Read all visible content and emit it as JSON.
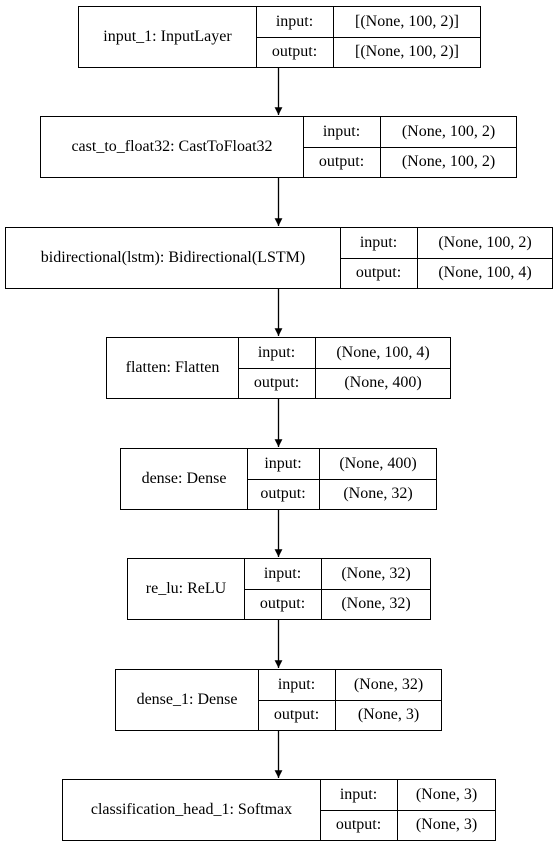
{
  "diagram": {
    "port_labels": {
      "input": "input:",
      "output": "output:"
    },
    "nodes": [
      {
        "name": "input_1: InputLayer",
        "input": "[(None, 100, 2)]",
        "output": "[(None, 100, 2)]"
      },
      {
        "name": "cast_to_float32: CastToFloat32",
        "input": "(None, 100, 2)",
        "output": "(None, 100, 2)"
      },
      {
        "name": "bidirectional(lstm): Bidirectional(LSTM)",
        "input": "(None, 100, 2)",
        "output": "(None, 100, 4)"
      },
      {
        "name": "flatten: Flatten",
        "input": "(None, 100, 4)",
        "output": "(None, 400)"
      },
      {
        "name": "dense: Dense",
        "input": "(None, 400)",
        "output": "(None, 32)"
      },
      {
        "name": "re_lu: ReLU",
        "input": "(None, 32)",
        "output": "(None, 32)"
      },
      {
        "name": "dense_1: Dense",
        "input": "(None, 32)",
        "output": "(None, 3)"
      },
      {
        "name": "classification_head_1: Softmax",
        "input": "(None, 3)",
        "output": "(None, 3)"
      }
    ],
    "edges": [
      {
        "from": 0,
        "to": 1
      },
      {
        "from": 1,
        "to": 2
      },
      {
        "from": 2,
        "to": 3
      },
      {
        "from": 3,
        "to": 4
      },
      {
        "from": 4,
        "to": 5
      },
      {
        "from": 5,
        "to": 6
      },
      {
        "from": 6,
        "to": 7
      }
    ]
  }
}
